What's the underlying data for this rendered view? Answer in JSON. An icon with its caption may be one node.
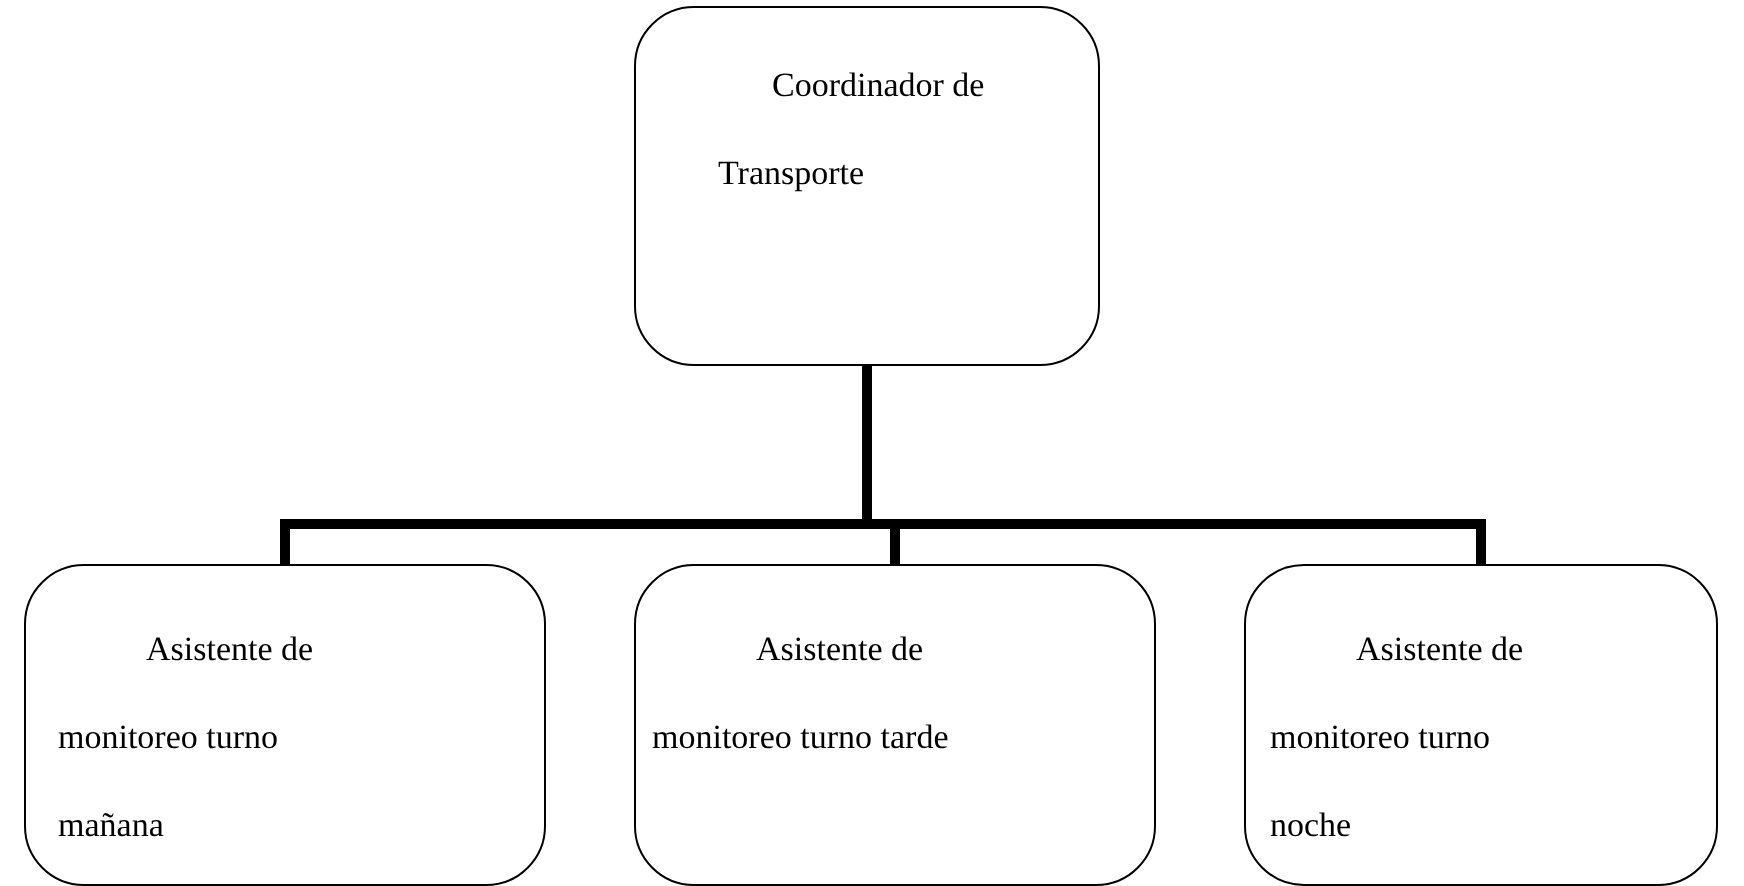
{
  "diagram": {
    "nodes": [
      {
        "text": [
          "Coordinador de Transporte"
        ]
      },
      {
        "text": [
          "Asistente de monitoreo turno mañana"
        ]
      },
      {
        "text": [
          "Asistente de monitoreo turno tarde"
        ]
      },
      {
        "text": [
          "Asistente de monitoreo turno noche"
        ]
      }
    ],
    "edges": [
      {
        "from": 0,
        "to": 1,
        "arrow": "none"
      },
      {
        "from": 0,
        "to": 2,
        "arrow": "none"
      },
      {
        "from": 0,
        "to": 3,
        "arrow": "none"
      }
    ]
  }
}
